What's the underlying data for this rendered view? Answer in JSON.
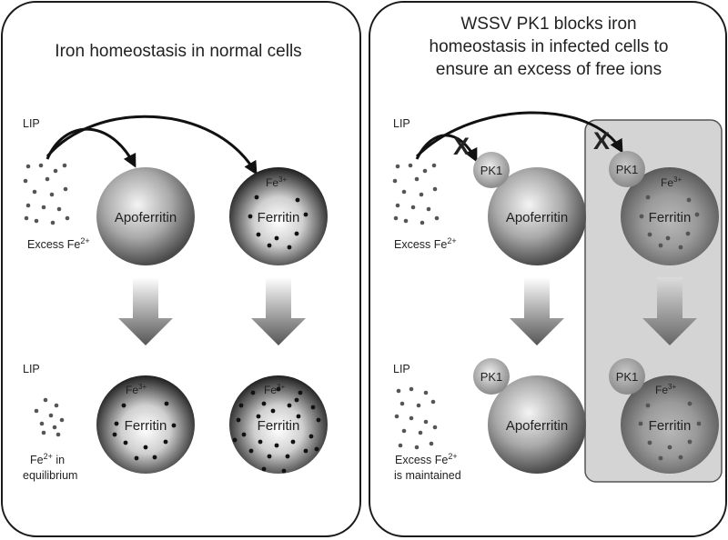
{
  "left_panel": {
    "title": "Iron homeostasis in normal cells",
    "top": {
      "lip": "LIP",
      "excess_fe": "Excess Fe",
      "excess_fe_sup": "2+",
      "apoferritin": "Apoferritin",
      "ferritin": "Ferritin",
      "fe3": "Fe",
      "fe3_sup": "3+"
    },
    "bottom": {
      "lip": "LIP",
      "fe_eq_line1": "Fe",
      "fe_eq_sup": "2+",
      "fe_eq_line1_suffix": " in",
      "fe_eq_line2": "equilibrium",
      "ferritin_a": "Ferritin",
      "ferritin_b": "Ferritin",
      "fe3": "Fe",
      "fe3_sup": "3+"
    }
  },
  "right_panel": {
    "title_line1": "WSSV PK1 blocks iron",
    "title_line2": "homeostasis in infected cells to",
    "title_line3": "ensure an excess of free ions",
    "top": {
      "lip": "LIP",
      "excess_fe": "Excess Fe",
      "excess_fe_sup": "2+",
      "pk1_a": "PK1",
      "pk1_b": "PK1",
      "apoferritin": "Apoferritin",
      "ferritin": "Ferritin",
      "fe3": "Fe",
      "fe3_sup": "3+",
      "block_mark_a": "X",
      "block_mark_b": "X"
    },
    "bottom": {
      "lip": "LIP",
      "excess_line1": "Excess Fe",
      "excess_sup": "2+",
      "excess_line2": "is maintained",
      "pk1_a": "PK1",
      "pk1_b": "PK1",
      "apoferritin": "Apoferritin",
      "ferritin": "Ferritin",
      "fe3": "Fe",
      "fe3_sup": "3+"
    }
  }
}
